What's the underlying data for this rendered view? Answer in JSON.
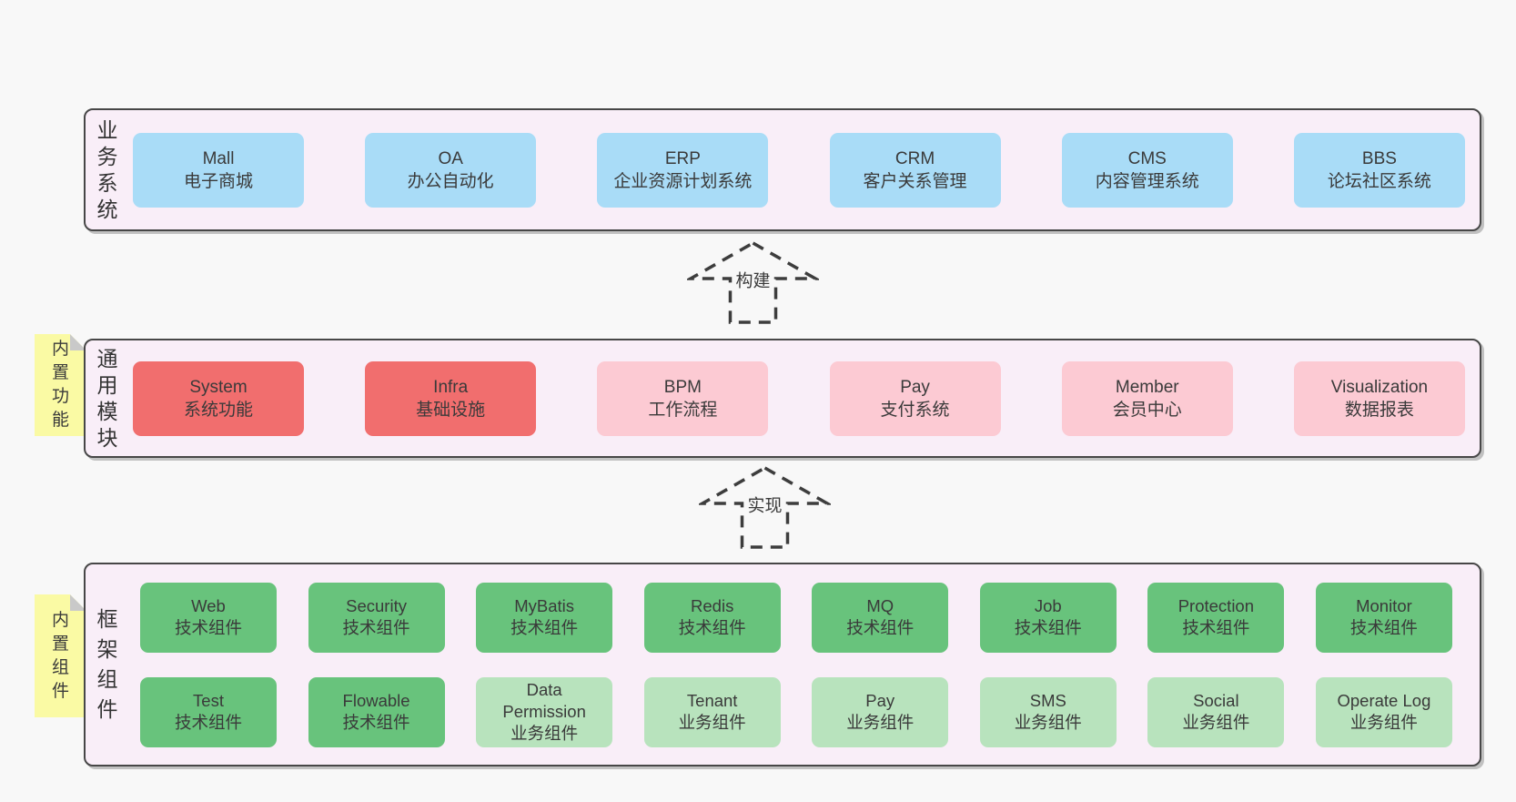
{
  "colors": {
    "page_bg": "#f8f8f8",
    "band_bg": "#f9eef8",
    "band_border": "#474747",
    "blue": "#a9dcf7",
    "red": "#f16e6e",
    "pink": "#fccad3",
    "green_dark": "#68c37c",
    "green_light": "#b8e3bd",
    "sticky_yellow": "#fafaa4",
    "sticky_fold": "#c9c9c9",
    "text": "#3a3a3a",
    "arrow": "#3d3d3d"
  },
  "bands": [
    {
      "label": "业务系统",
      "rows": [
        [
          {
            "name": "Mall",
            "desc": "电子商城",
            "color": "blue"
          },
          {
            "name": "OA",
            "desc": "办公自动化",
            "color": "blue"
          },
          {
            "name": "ERP",
            "desc": "企业资源计划系统",
            "color": "blue"
          },
          {
            "name": "CRM",
            "desc": "客户关系管理",
            "color": "blue"
          },
          {
            "name": "CMS",
            "desc": "内容管理系统",
            "color": "blue"
          },
          {
            "name": "BBS",
            "desc": "论坛社区系统",
            "color": "blue"
          }
        ]
      ]
    },
    {
      "label": "通用模块",
      "rows": [
        [
          {
            "name": "System",
            "desc": "系统功能",
            "color": "red"
          },
          {
            "name": "Infra",
            "desc": "基础设施",
            "color": "red"
          },
          {
            "name": "BPM",
            "desc": "工作流程",
            "color": "pink"
          },
          {
            "name": "Pay",
            "desc": "支付系统",
            "color": "pink"
          },
          {
            "name": "Member",
            "desc": "会员中心",
            "color": "pink"
          },
          {
            "name": "Visualization",
            "desc": "数据报表",
            "color": "pink"
          }
        ]
      ]
    },
    {
      "label": "框架组件",
      "rows": [
        [
          {
            "name": "Web",
            "desc": "技术组件",
            "color": "green_dark"
          },
          {
            "name": "Security",
            "desc": "技术组件",
            "color": "green_dark"
          },
          {
            "name": "MyBatis",
            "desc": "技术组件",
            "color": "green_dark"
          },
          {
            "name": "Redis",
            "desc": "技术组件",
            "color": "green_dark"
          },
          {
            "name": "MQ",
            "desc": "技术组件",
            "color": "green_dark"
          },
          {
            "name": "Job",
            "desc": "技术组件",
            "color": "green_dark"
          },
          {
            "name": "Protection",
            "desc": "技术组件",
            "color": "green_dark"
          },
          {
            "name": "Monitor",
            "desc": "技术组件",
            "color": "green_dark"
          }
        ],
        [
          {
            "name": "Test",
            "desc": "技术组件",
            "color": "green_dark"
          },
          {
            "name": "Flowable",
            "desc": "技术组件",
            "color": "green_dark"
          },
          {
            "name": "Data Permission",
            "desc": "业务组件",
            "color": "green_light"
          },
          {
            "name": "Tenant",
            "desc": "业务组件",
            "color": "green_light"
          },
          {
            "name": "Pay",
            "desc": "业务组件",
            "color": "green_light"
          },
          {
            "name": "SMS",
            "desc": "业务组件",
            "color": "green_light"
          },
          {
            "name": "Social",
            "desc": "业务组件",
            "color": "green_light"
          },
          {
            "name": "Operate Log",
            "desc": "业务组件",
            "color": "green_light"
          }
        ]
      ]
    }
  ],
  "stickies": [
    {
      "label": "内置功能"
    },
    {
      "label": "内置组件"
    }
  ],
  "arrows": [
    {
      "label": "构建"
    },
    {
      "label": "实现"
    }
  ]
}
